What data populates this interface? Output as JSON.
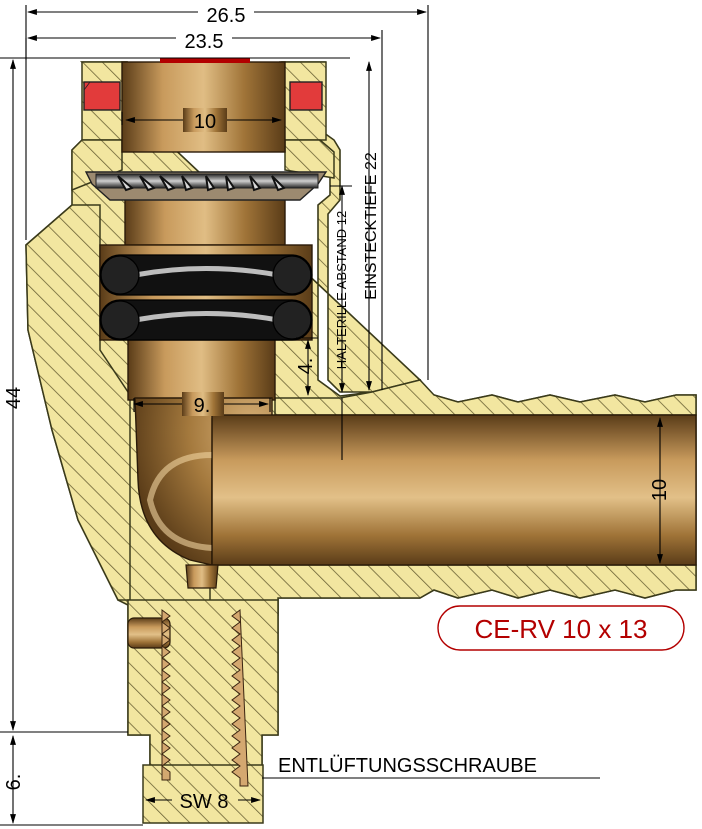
{
  "dimensions": {
    "overall_width": "26.5",
    "inner_width": "23.5",
    "bore_top": "10",
    "overall_height": "44",
    "bottom_height": "6.",
    "depth_small": "4.",
    "bore_lower": "9.",
    "pipe_bore": "10"
  },
  "annotations": {
    "insertion_depth": "EINSTECKTIEFE 22",
    "holder_distance": "HALTERILLE ABSTAND 12",
    "vent_screw": "ENTLÜFTUNGSSCHRAUBE",
    "wrench_size": "SW 8"
  },
  "product_label": "CE-RV 10 x 13",
  "colors": {
    "brass": "#f2e6a0",
    "hatch": "#6b6235",
    "bronze_dark": "#6b4a22",
    "bronze_light": "#c89a5c",
    "seal_red": "#e23b3b",
    "label_red": "#b30000",
    "oring": "#1a1a1a"
  }
}
